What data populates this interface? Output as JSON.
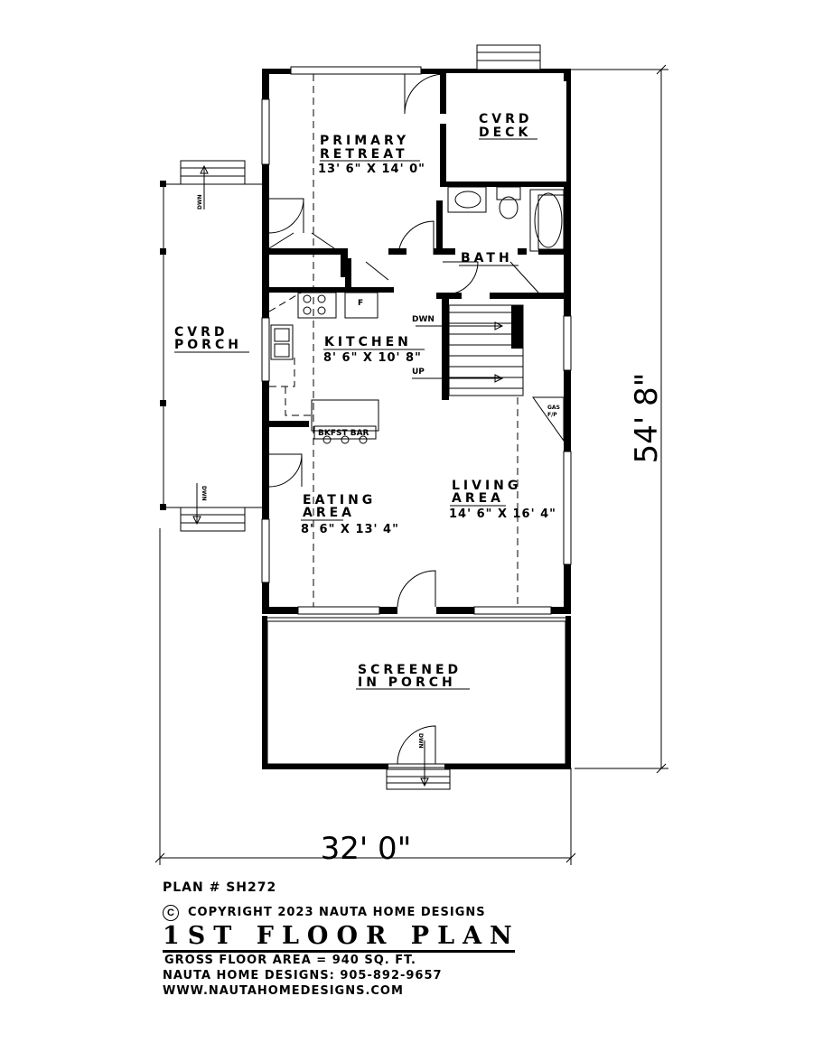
{
  "rooms": {
    "primary_retreat": {
      "name_line1": "PRIMARY",
      "name_line2": "RETREAT",
      "dims": "13' 6\" X 14' 0\""
    },
    "cvrd_deck": {
      "name_line1": "CVRD",
      "name_line2": "DECK"
    },
    "bath": {
      "name": "BATH"
    },
    "cvrd_porch": {
      "name_line1": "CVRD",
      "name_line2": "PORCH"
    },
    "kitchen": {
      "name": "KITCHEN",
      "dims": "8' 6\" X 10' 8\""
    },
    "eating_area": {
      "name_line1": "EATING",
      "name_line2": "AREA",
      "dims": "8' 6\" X 13' 4\""
    },
    "living_area": {
      "name_line1": "LIVING",
      "name_line2": "AREA",
      "dims": "14' 6\" X 16' 4\""
    },
    "screened_porch": {
      "name_line1": "SCREENED",
      "name_line2": "IN PORCH"
    }
  },
  "labels": {
    "bkfst_bar": "BKFST BAR",
    "fridge": "F",
    "stair_dwn": "DWN",
    "stair_up": "UP",
    "porch_dwn_top": "DWN",
    "porch_dwn_bottom": "DWN",
    "front_dwn": "DWN",
    "gas_fp_line1": "GAS",
    "gas_fp_line2": "F/P"
  },
  "dimensions": {
    "overall_width": "32' 0\"",
    "overall_depth": "54' 8\""
  },
  "title_block": {
    "plan_number": "PLAN # SH272",
    "copyright_symbol": "C",
    "copyright": "COPYRIGHT 2023 NAUTA HOME DESIGNS",
    "title": "1ST FLOOR PLAN",
    "gross_area": "GROSS  FLOOR  AREA   =   940   SQ. FT.",
    "phone": "NAUTA HOME DESIGNS:  905-892-9657",
    "website": "WWW.NAUTAHOMEDESIGNS.COM"
  },
  "colors": {
    "ink": "#000000",
    "paper": "#ffffff"
  }
}
